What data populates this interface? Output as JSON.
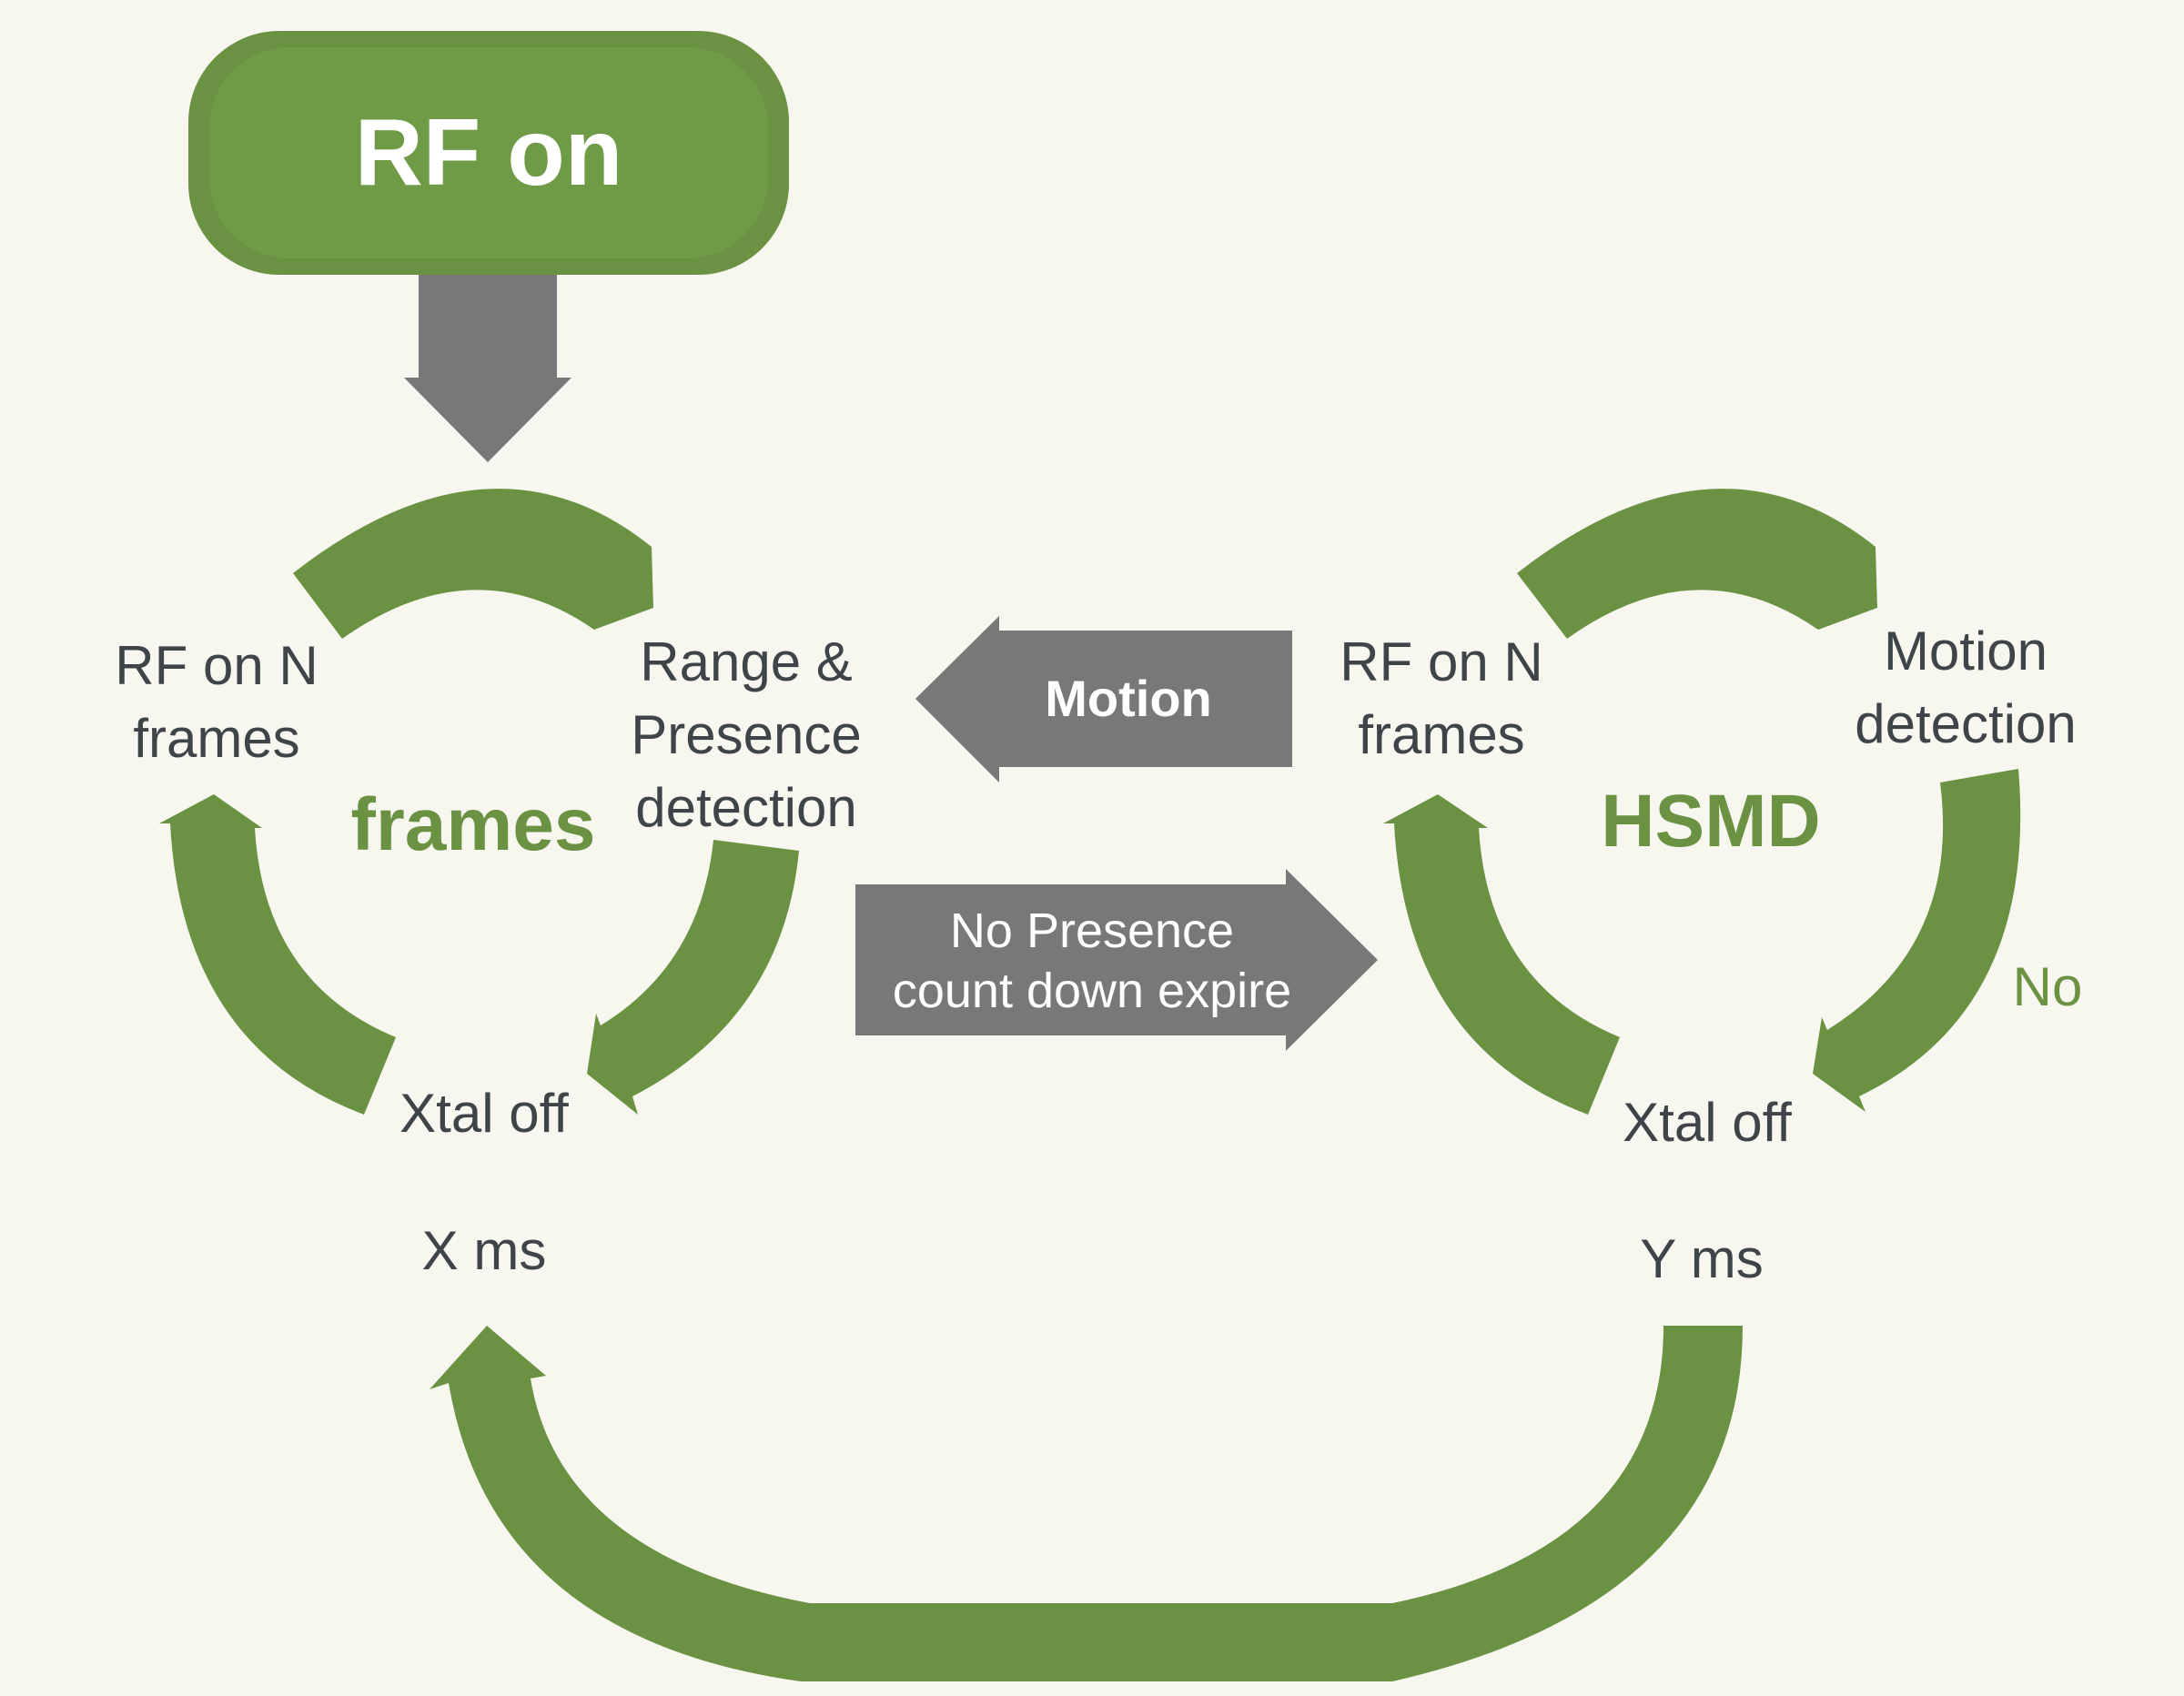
{
  "start": {
    "label": "RF on"
  },
  "left_loop": {
    "center_label": "frames",
    "rf_on": "RF on N\nframes",
    "range_presence": "Range &\nPresence\ndetection",
    "xtal_off": "Xtal off",
    "duration": "X ms"
  },
  "right_loop": {
    "center_label": "HSMD",
    "rf_on": "RF on N\nframes",
    "motion_detection": "Motion\ndetection",
    "no_label": "No",
    "xtal_off": "Xtal off",
    "duration": "Y ms"
  },
  "transitions": {
    "motion": "Motion",
    "no_presence": "No Presence\ncount down expire"
  },
  "colors": {
    "green": "#6a9242",
    "gray_arrow": "#787878",
    "background": "#f7f7f0",
    "text": "#3f4449"
  }
}
